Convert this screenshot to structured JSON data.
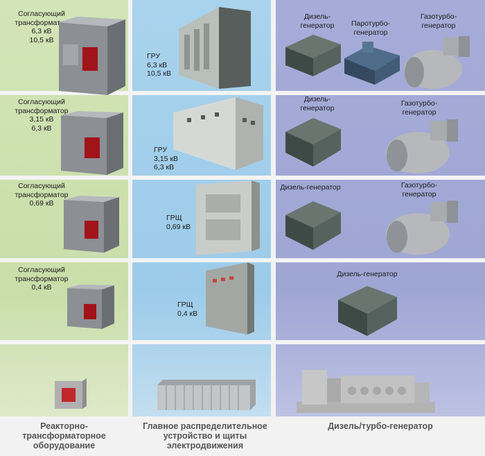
{
  "columns": {
    "transformers": {
      "footer": "Реакторно-\nтрансформаторное\nоборудование",
      "rows": [
        {
          "label": "Согласующий\nтрансформатор\n6,3 кВ\n10,5 кВ"
        },
        {
          "label": "Согласующий\nтрансформатор\n3,15 кВ\n6,3 кВ"
        },
        {
          "label": "Согласующий\nтрансформатор\n0,69 кВ"
        },
        {
          "label": "Согласующий\nтрансформатор\n0,4 кВ"
        }
      ]
    },
    "switchboards": {
      "footer": "Главное распределительное\nустройство и щиты\nэлектродвижения",
      "rows": [
        {
          "label": "ГРУ\n6,3 кВ\n10,5 кВ"
        },
        {
          "label": "ГРУ\n3,15 кВ\n6,3 кВ"
        },
        {
          "label": "ГРЩ\n0,69 кВ"
        },
        {
          "label": "ГРЩ\n0,4 кВ"
        }
      ]
    },
    "generators": {
      "footer": "Дизель/турбо-генератор",
      "rows": [
        {
          "diesel": "Дизель-\nгенератор",
          "steam": "Паротурбо-\nгенератор",
          "gas": "Газотурбо-\nгенератор"
        },
        {
          "diesel": "Дизель-\nгенератор",
          "gas": "Газотурбо-\nгенератор"
        },
        {
          "diesel": "Дизель-генератор",
          "gas": "Газотурбо-\nгенератор"
        },
        {
          "diesel": "Дизель-генератор"
        }
      ]
    }
  },
  "colors": {
    "transformers_bg": "#cfe3b1",
    "switchboards_bg": "#a3cfeb",
    "generators_bg": "#a3aad6",
    "footer_text": "#555555"
  }
}
